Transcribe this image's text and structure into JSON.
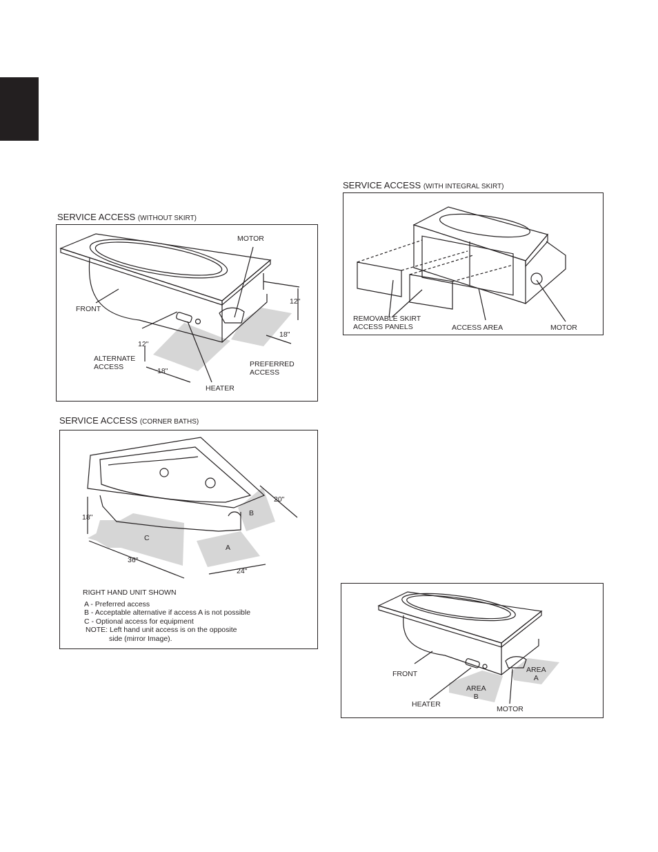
{
  "section_tab": {
    "color": "#231f20"
  },
  "service_access_without_skirt": {
    "title": "SERVICE ACCESS",
    "subtitle": "(WITHOUT SKIRT)",
    "labels": {
      "motor": "MOTOR",
      "front": "FRONT",
      "dim_12_right": "12\"",
      "dim_18_right": "18\"",
      "dim_12_left": "12\"",
      "dim_18_left": "18\"",
      "alternate_access": "ALTERNATE\nACCESS",
      "preferred_access": "PREFERRED\nACCESS",
      "heater": "HEATER"
    }
  },
  "service_access_integral_skirt": {
    "title": "SERVICE ACCESS",
    "subtitle": "(WITH INTEGRAL SKIRT)",
    "labels": {
      "removable_panels": "REMOVABLE SKIRT\nACCESS PANELS",
      "access_area": "ACCESS AREA",
      "motor": "MOTOR"
    }
  },
  "service_access_corner": {
    "title": "SERVICE ACCESS",
    "subtitle": "(CORNER BATHS)",
    "labels": {
      "dim_20": "20\"",
      "dim_18": "18\"",
      "area_b": "B",
      "area_c": "C",
      "area_a": "A",
      "dim_36": "36\"",
      "dim_24": "24\""
    },
    "notes_title": "RIGHT HAND UNIT SHOWN",
    "notes": [
      "A - Preferred access",
      "B - Acceptable alternative if access A is not possible",
      "C - Optional access for equipment",
      "NOTE:  Left hand unit access is on the opposite",
      "side (mirror Image)."
    ]
  },
  "service_access_areas": {
    "labels": {
      "front": "FRONT",
      "area_a": "AREA\nA",
      "area_b": "AREA\nB",
      "heater": "HEATER",
      "motor": "MOTOR"
    }
  }
}
